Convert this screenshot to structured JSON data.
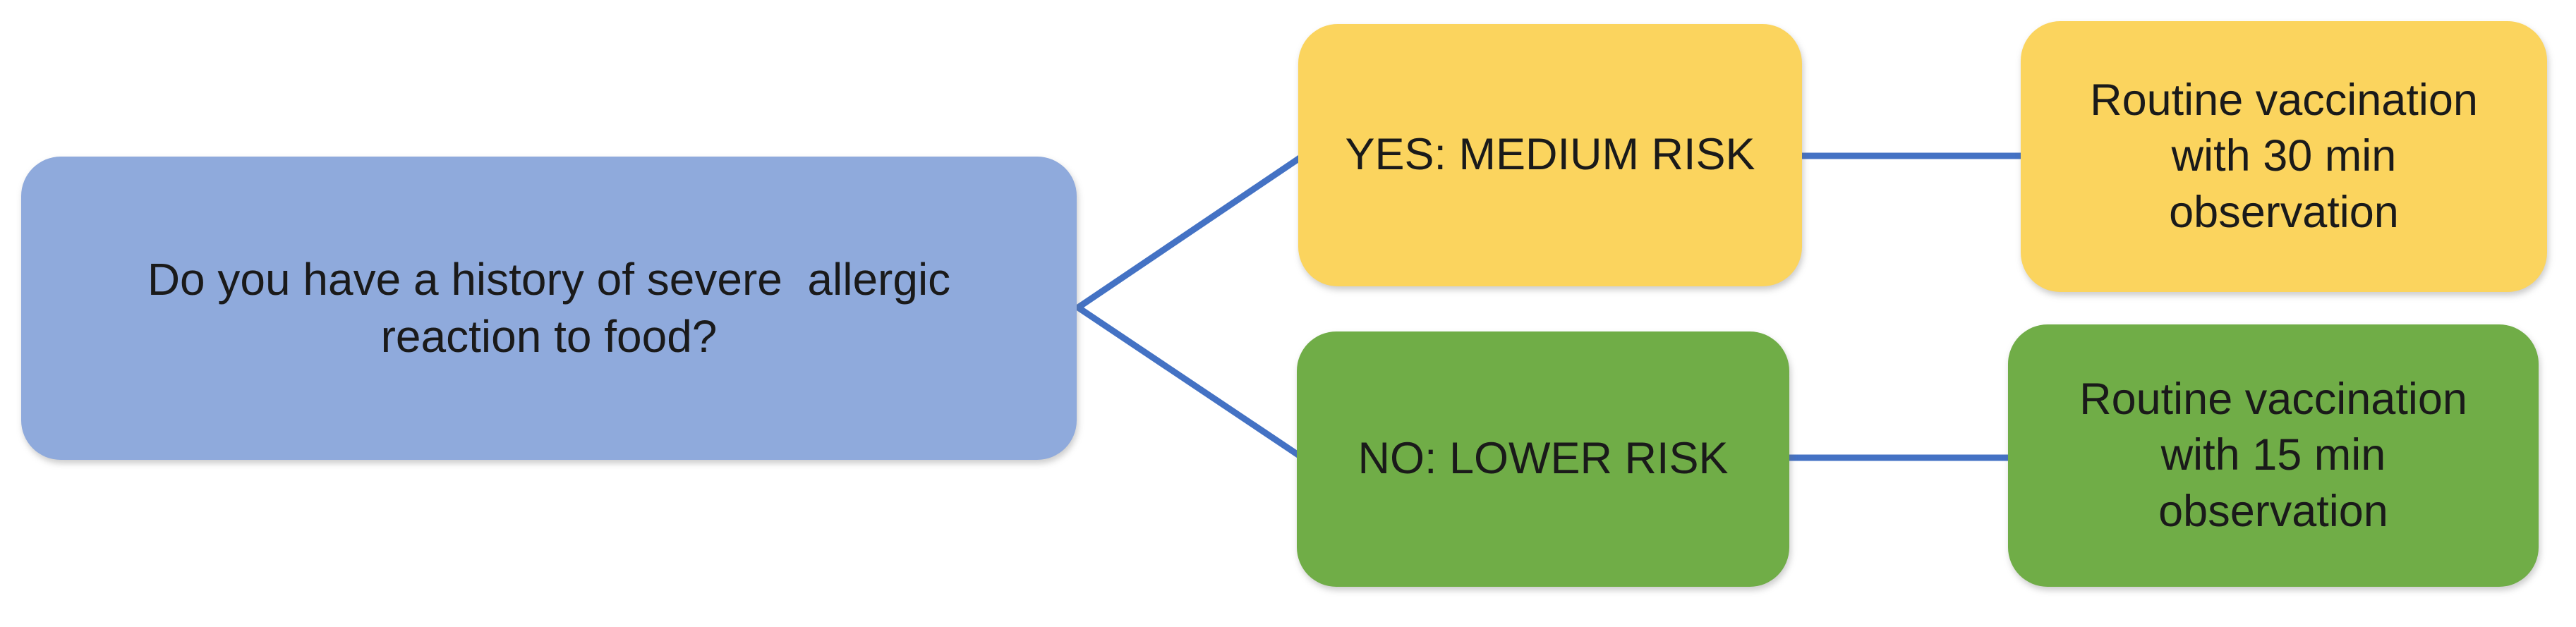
{
  "page": {
    "background": "#FFFFFF"
  },
  "flowchart": {
    "type": "decision-tree",
    "question": {
      "lines": [
        "Do you have a history of severe  allergic",
        "reaction to food?"
      ],
      "fill": "#8FAADC",
      "text_color": "#1A1A1A"
    },
    "branches": {
      "yes": {
        "label": "YES: MEDIUM RISK",
        "fill": "#FBD45E",
        "outcome": {
          "lines": [
            "Routine vaccination",
            "with 30 min",
            "observation"
          ],
          "fill": "#FBD45E"
        }
      },
      "no": {
        "label": "NO: LOWER RISK",
        "fill": "#70AD47",
        "outcome": {
          "lines": [
            "Routine vaccination",
            "with 15 min",
            "observation"
          ],
          "fill": "#70AD47"
        }
      }
    },
    "connector_color": "#4472C4"
  }
}
